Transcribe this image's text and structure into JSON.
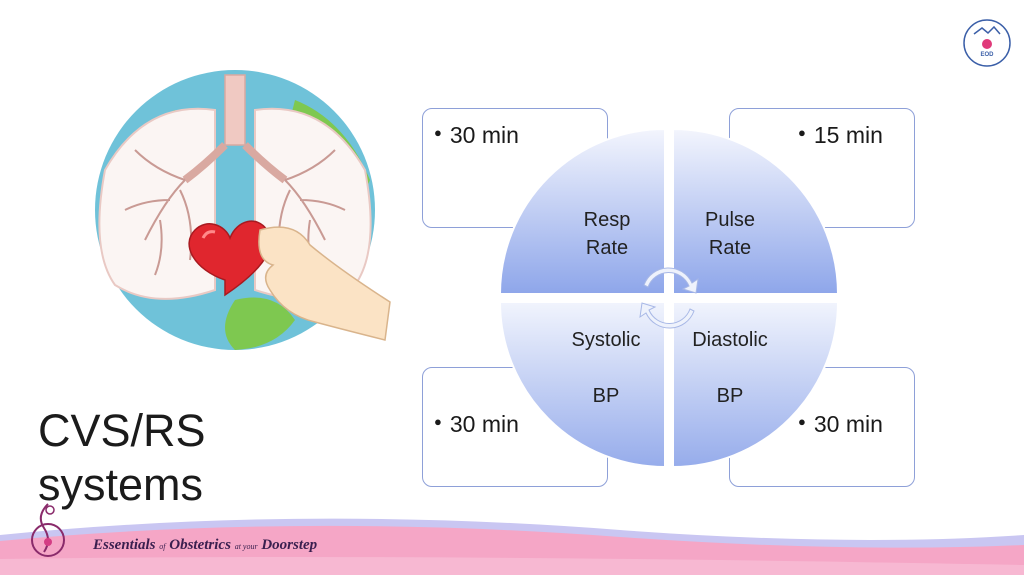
{
  "slide": {
    "title_line1": "CVS/RS",
    "title_line2": "systems"
  },
  "diagram": {
    "quadrants": [
      {
        "label": "Resp\nRate",
        "time": "30 min"
      },
      {
        "label": "Pulse\nRate",
        "time": "15 min"
      },
      {
        "label": "Systolic\n\nBP",
        "time": "30 min"
      },
      {
        "label": "Diastolic\n\nBP",
        "time": "30 min"
      }
    ]
  },
  "footer": {
    "part1": "Essentials ",
    "small1": "of",
    "part2": " Obstetrics ",
    "small2": "at your",
    "part3": " Doorstep"
  },
  "logo": {
    "text": "EOD"
  },
  "colors": {
    "box_border": "#8ea0d8",
    "quadrant_light": "#eef2fd",
    "quadrant_dark": "#8fa6ea",
    "footer_pink": "#f5a6c6",
    "footer_blue": "#c9c6f2"
  }
}
